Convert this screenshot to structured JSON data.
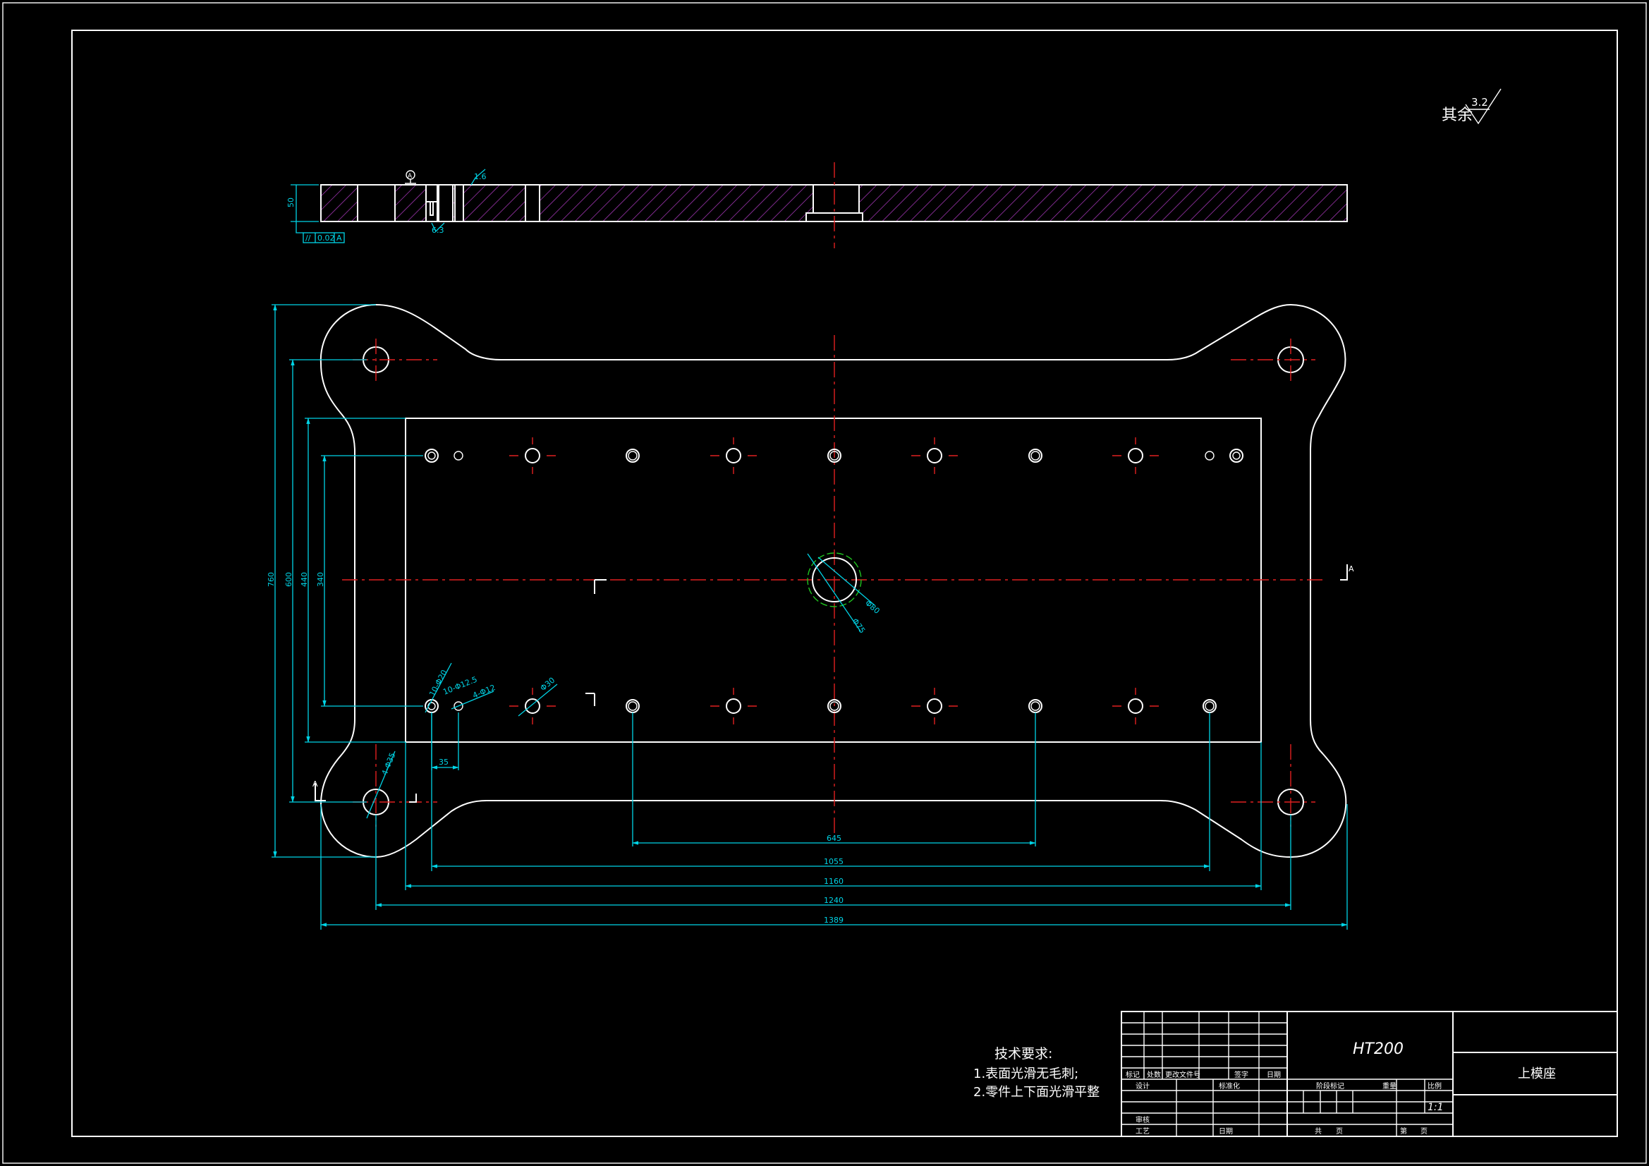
{
  "drawing": {
    "roughness": {
      "label": "其余",
      "value": "3.2"
    },
    "section": {
      "thickness_label": "50",
      "tolerance_symbol": "//",
      "tolerance_value": "0.02",
      "datum": "A",
      "datum_marker": "A",
      "roughness_top": "1.6",
      "roughness_hole": "6.3"
    },
    "dimensions": {
      "d645": "645",
      "d1055": "1055",
      "d1160": "1160",
      "d1240": "1240",
      "d1389": "1389",
      "d760": "760",
      "d600": "600",
      "d440": "440",
      "d340": "340",
      "d35": "35",
      "center_inner": "Φ80",
      "center_outer": "Φ75",
      "holes_a": "10-Φ20",
      "holes_b": "10-Φ12.5",
      "holes_c": "4-Φ12",
      "holes_d": "Φ30",
      "corner_holes": "4-Φ35"
    },
    "section_marks": {
      "left": "A",
      "right": "A"
    }
  },
  "notes": {
    "title": "技术要求:",
    "items": [
      "1.表面光滑无毛刺;",
      "2.零件上下面光滑平整"
    ]
  },
  "title_block": {
    "material": "HT200",
    "part_name": "上模座",
    "rev_headers": [
      "标记",
      "处数",
      "更改文件号",
      "签字",
      "日期"
    ],
    "row_design": [
      "设计",
      "标准化"
    ],
    "row_review": "审核",
    "row_process": [
      "工艺",
      "日期"
    ],
    "stage_headers": [
      "阶段标记",
      "重量",
      "比例"
    ],
    "scale": "1:1",
    "sheet_total": [
      "共",
      "页"
    ],
    "sheet_index": [
      "第",
      "页"
    ]
  },
  "colors": {
    "background": "#000000",
    "outline": "#ffffff",
    "dimension": "#00d4e6",
    "centerline": "#e02020",
    "hatch": "#b43cc8",
    "tolerance_ring": "#1fc41f"
  }
}
